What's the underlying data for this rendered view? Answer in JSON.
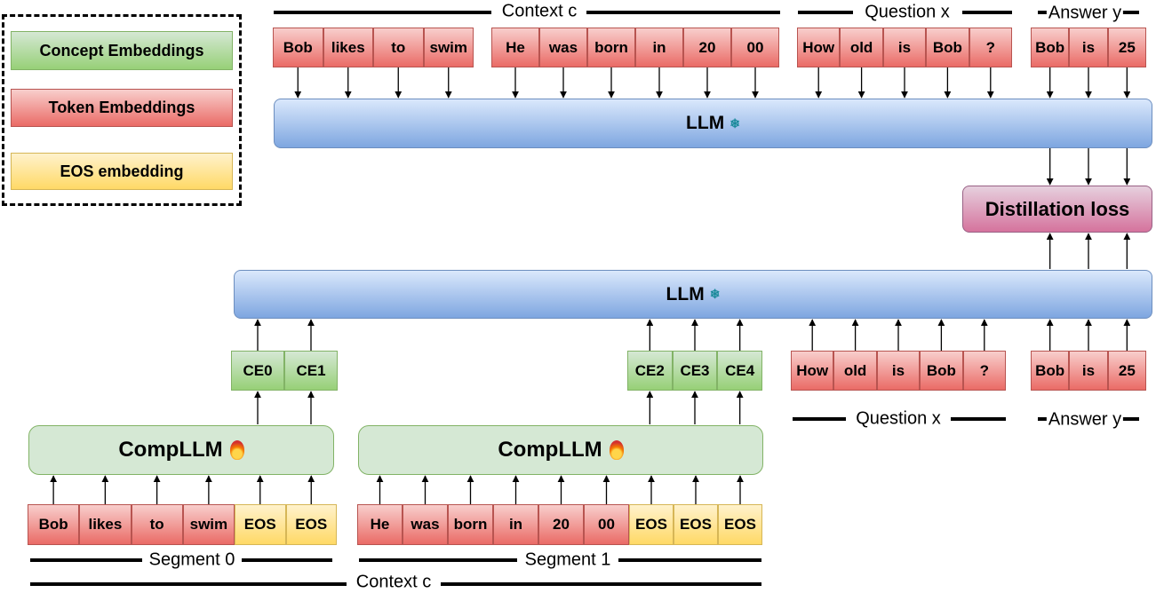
{
  "legend": {
    "concept": "Concept Embeddings",
    "token": "Token Embeddings",
    "eos": "EOS embedding"
  },
  "top": {
    "context_label": "Context c",
    "question_label": "Question x",
    "answer_label": "Answer y",
    "context_group1": [
      "Bob",
      "likes",
      "to",
      "swim"
    ],
    "context_group2": [
      "He",
      "was",
      "born",
      "in",
      "20",
      "00"
    ],
    "question": [
      "How",
      "old",
      "is",
      "Bob",
      "?"
    ],
    "answer": [
      "Bob",
      "is",
      "25"
    ],
    "llm_label": "LLM"
  },
  "distillation_label": "Distillation loss",
  "middle": {
    "llm_label": "LLM",
    "concepts_a": [
      "CE0",
      "CE1"
    ],
    "concepts_b": [
      "CE2",
      "CE3",
      "CE4"
    ],
    "question": [
      "How",
      "old",
      "is",
      "Bob",
      "?"
    ],
    "answer": [
      "Bob",
      "is",
      "25"
    ],
    "question_label": "Question x",
    "answer_label": "Answer y"
  },
  "bottom": {
    "complm_label": "CompLLM",
    "segment0_tokens": [
      "Bob",
      "likes",
      "to",
      "swim"
    ],
    "segment0_eos": [
      "EOS",
      "EOS"
    ],
    "segment1_tokens": [
      "He",
      "was",
      "born",
      "in",
      "20",
      "00"
    ],
    "segment1_eos": [
      "EOS",
      "EOS",
      "EOS"
    ],
    "segment0_label": "Segment 0",
    "segment1_label": "Segment 1",
    "context_label": "Context c"
  },
  "icons": {
    "frozen": "snowflake-icon",
    "trainable": "fire-icon"
  },
  "colors": {
    "token": "#ea6b66",
    "concept": "#97d077",
    "eos": "#ffd966",
    "llm": "#7ea6e0",
    "distillation": "#d5739d"
  }
}
